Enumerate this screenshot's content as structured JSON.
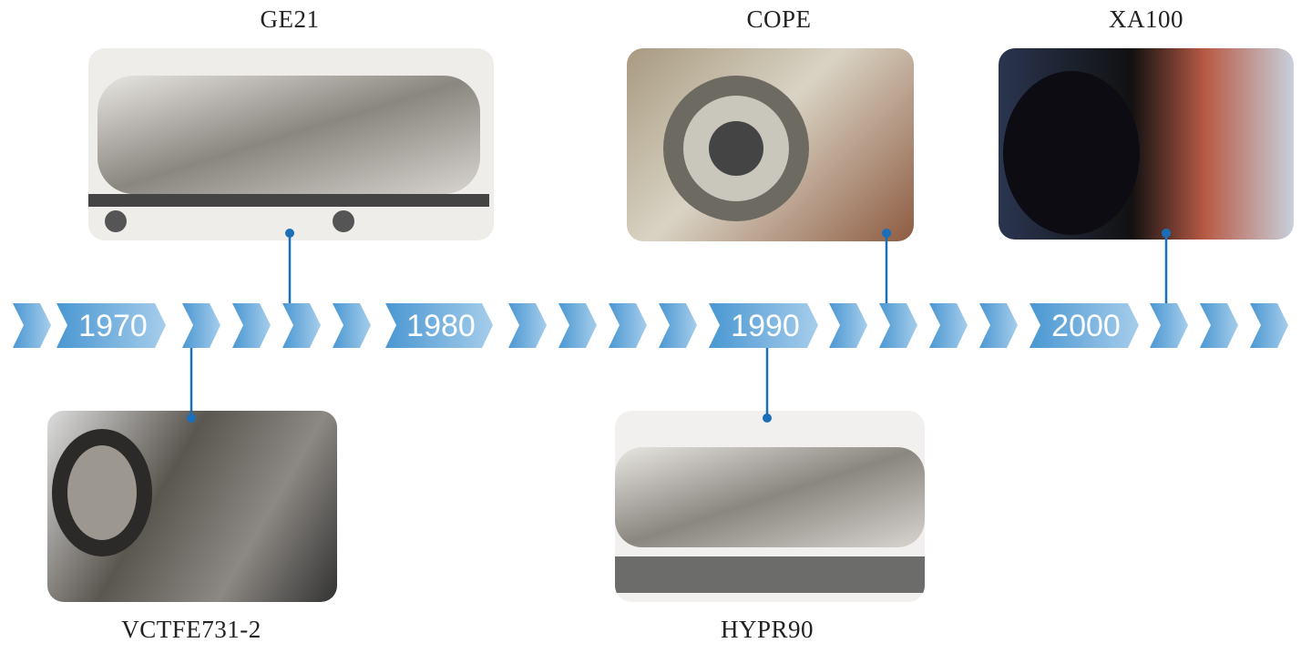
{
  "timeline": {
    "years": [
      "1970",
      "1980",
      "1990",
      "2000"
    ],
    "accent_color": "#1a6fb8",
    "chevron_colors": [
      "#4a97d2",
      "#a6cdeb"
    ]
  },
  "engines": [
    {
      "name": "GE21",
      "era": "1970s",
      "style": "bw"
    },
    {
      "name": "VCTFE731-2",
      "era": "1970s",
      "style": "bw"
    },
    {
      "name": "HYPR90",
      "era": "1990",
      "style": "bw"
    },
    {
      "name": "COPE",
      "era": "1990s",
      "style": "color"
    },
    {
      "name": "XA100",
      "era": "2000s",
      "style": "color"
    }
  ]
}
